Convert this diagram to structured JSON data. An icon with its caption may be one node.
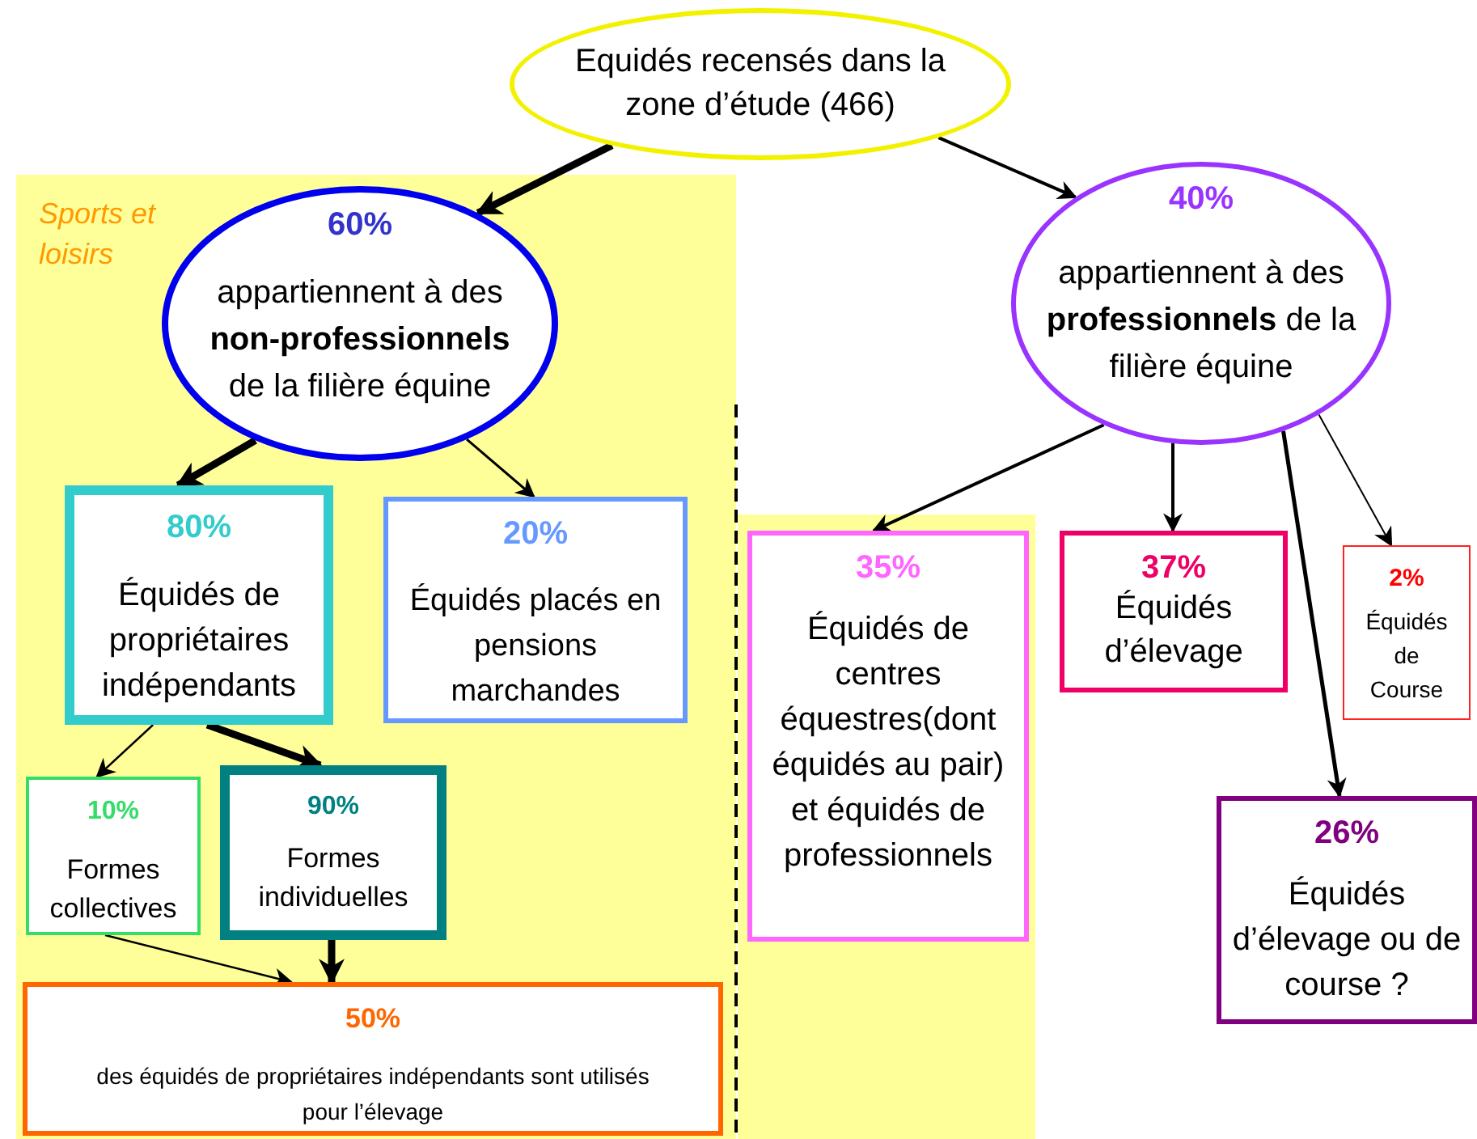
{
  "diagram": {
    "nodes": [
      {
        "text": [
          "Equidés recensés dans la zone d’étude (466)"
        ]
      },
      {
        "text": [
          "Sports et loisirs"
        ]
      },
      {
        "text": [
          "60%",
          "appartiennent à des **non-professionnels** de la filière équine"
        ],
        "in": 1
      },
      {
        "text": [
          "80%",
          "Équidés de propriétaires indépendants"
        ],
        "in": 1
      },
      {
        "text": [
          "20%",
          "Équidés placés en pensions marchandes"
        ],
        "in": 1
      },
      {
        "text": [
          "10%",
          "Formes collectives"
        ],
        "in": 1
      },
      {
        "text": [
          "90%",
          "Formes individuelles"
        ],
        "in": 1
      },
      {
        "text": [
          "50%",
          "des équidés de propriétaires indépendants sont utilisés pour l’élevage"
        ],
        "in": 1
      },
      {
        "text": [
          "40%",
          "appartiennent à des **professionnels** de la filière équine"
        ]
      },
      {
        "text": [],
        "shape": "band"
      },
      {
        "text": [
          "35%",
          "Équidés de centres équestres(dont équidés au pair) et équidés de professionnels"
        ],
        "in": 9
      },
      {
        "text": [
          "37%",
          "Équidés d’élevage"
        ]
      },
      {
        "text": [
          "2%",
          "Équidés de Course"
        ]
      },
      {
        "text": [
          "26%",
          "Équidés d’élevage ou de course ?"
        ]
      }
    ],
    "edges": [
      {
        "from": 0,
        "to": 2,
        "arrow": "to",
        "style": "thick"
      },
      {
        "from": 0,
        "to": 8,
        "arrow": "to"
      },
      {
        "from": 2,
        "to": 3,
        "arrow": "to",
        "style": "thick"
      },
      {
        "from": 2,
        "to": 4,
        "arrow": "to"
      },
      {
        "from": 8,
        "to": 10,
        "arrow": "to"
      },
      {
        "from": 8,
        "to": 11,
        "arrow": "to"
      },
      {
        "from": 8,
        "to": 13,
        "arrow": "to"
      },
      {
        "from": 8,
        "to": 12,
        "arrow": "to"
      },
      {
        "from": 3,
        "to": 5,
        "arrow": "to"
      },
      {
        "from": 3,
        "to": 6,
        "arrow": "to",
        "style": "thick"
      },
      {
        "from": 5,
        "to": 7,
        "arrow": "to"
      },
      {
        "from": 6,
        "to": 7,
        "arrow": "to",
        "style": "thick"
      }
    ]
  }
}
